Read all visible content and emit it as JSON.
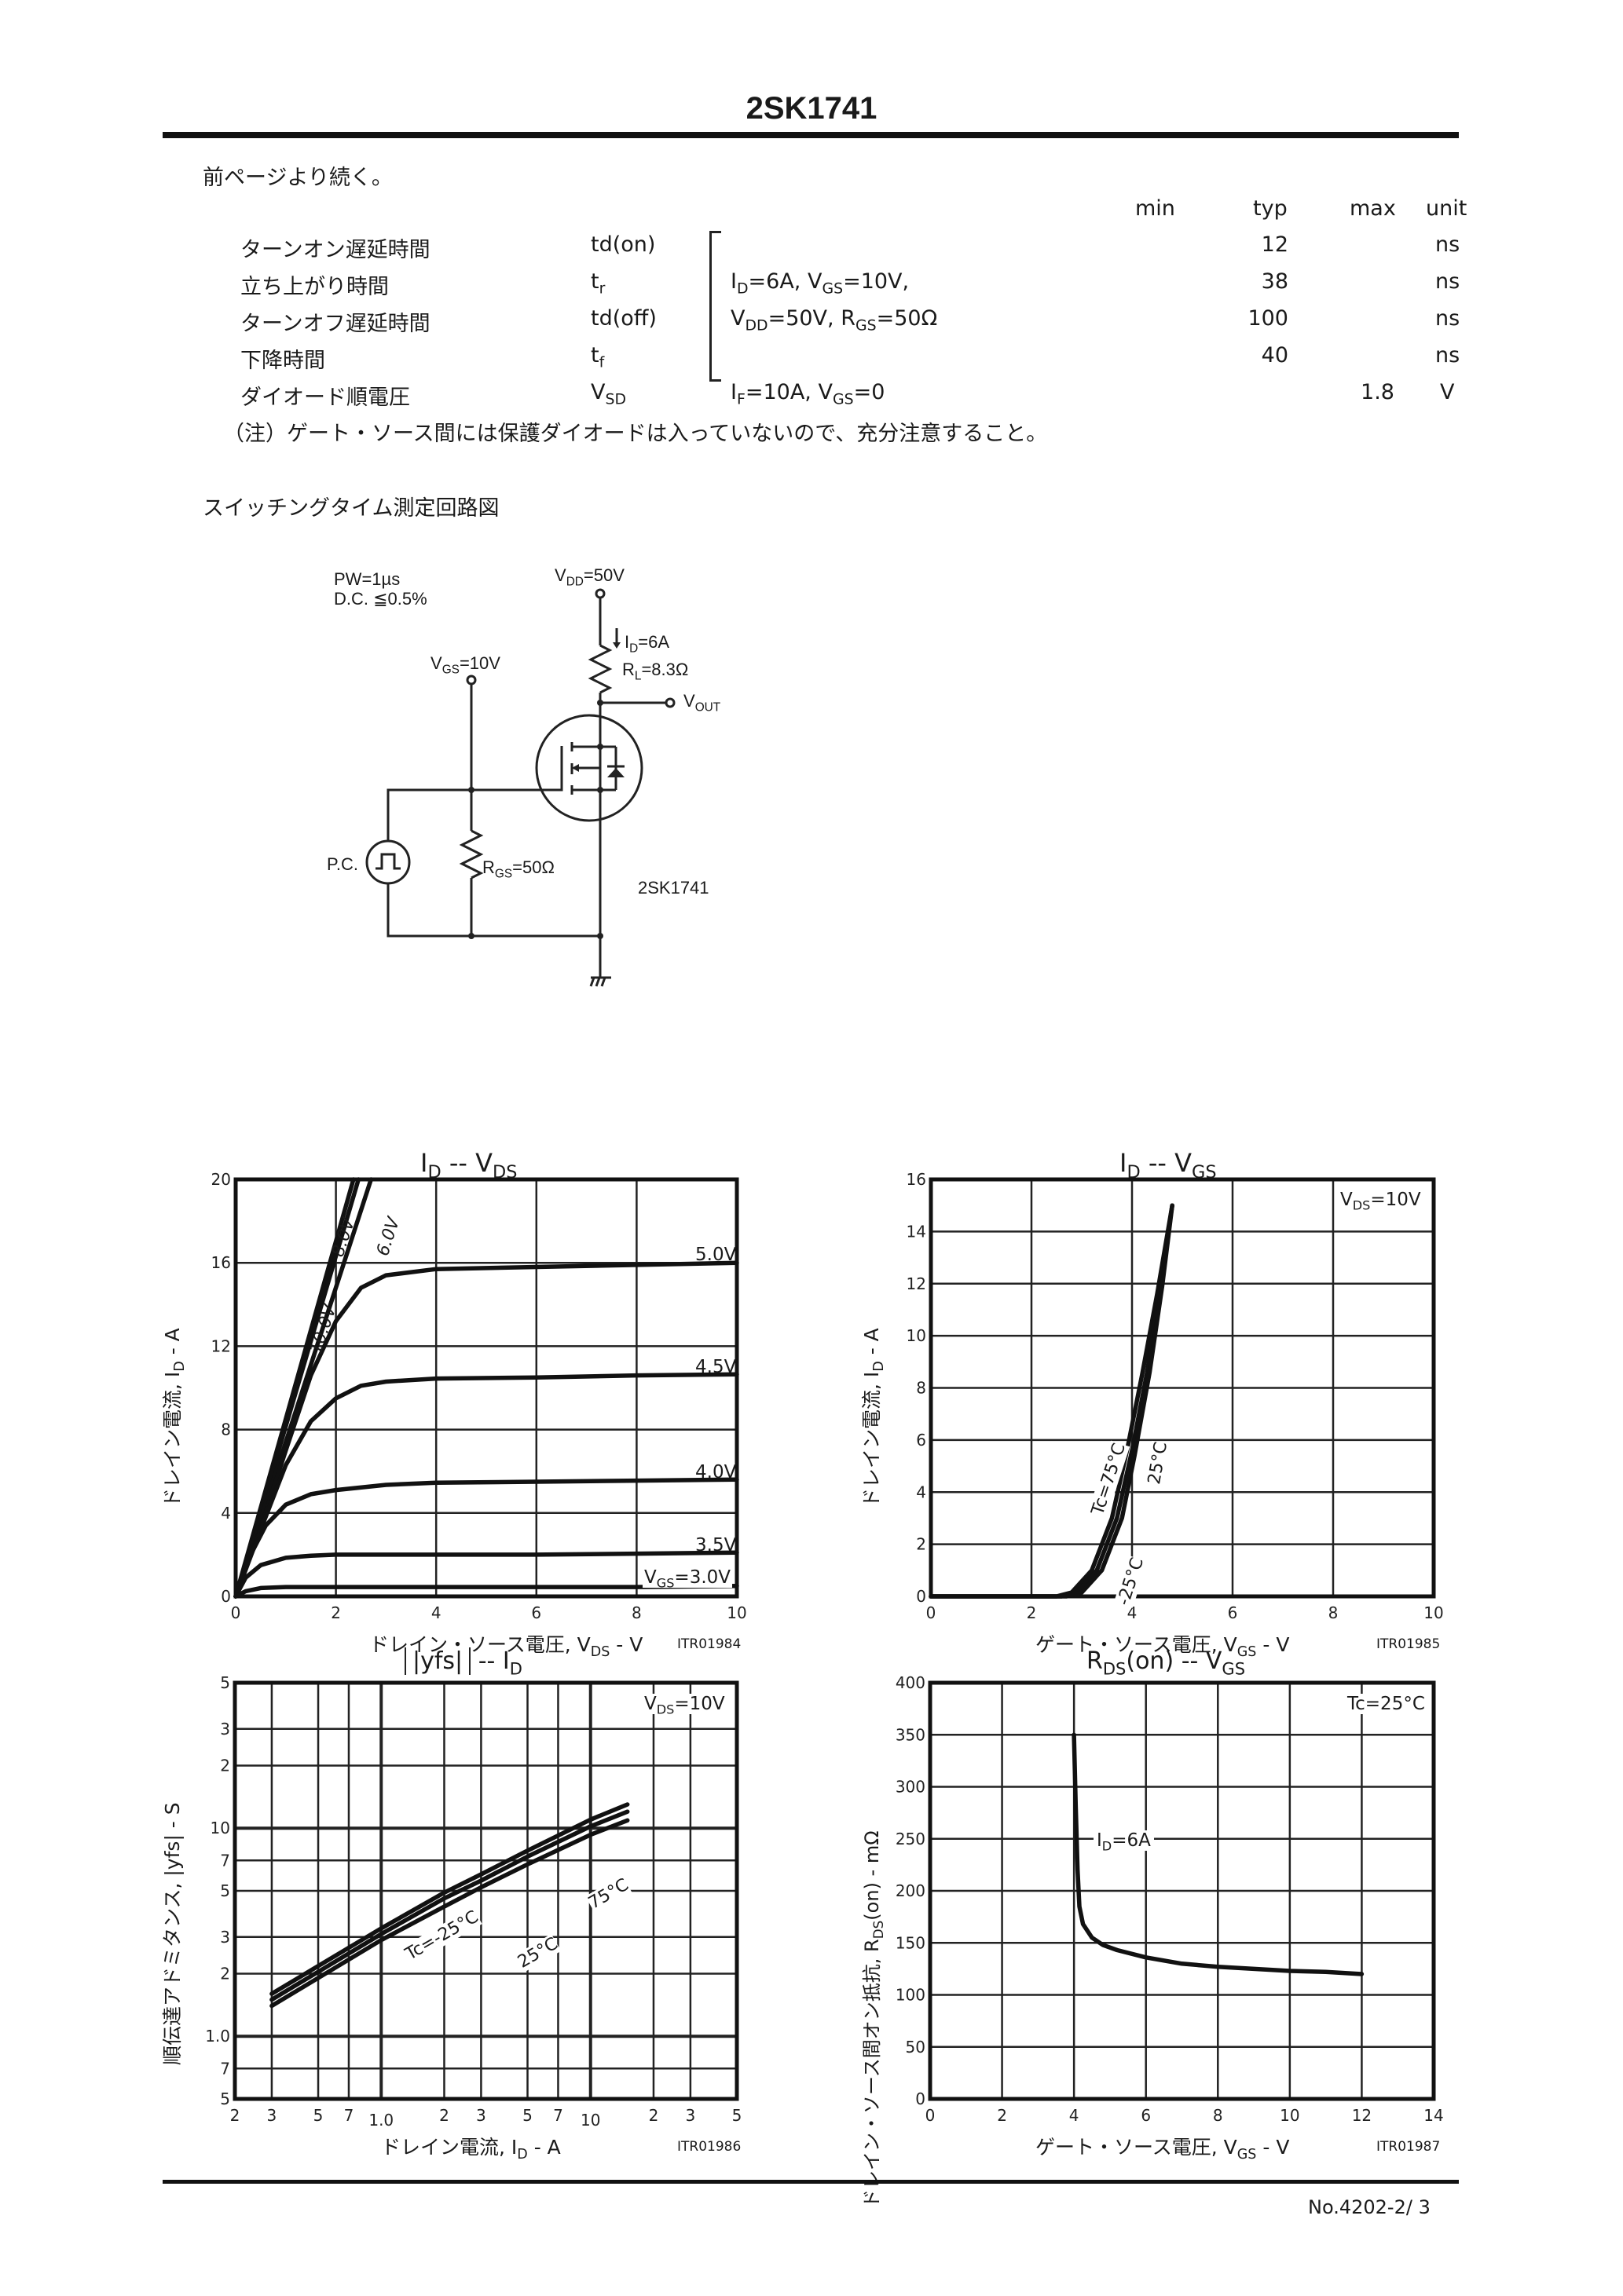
{
  "header": {
    "part_number": "2SK1741"
  },
  "intro": "前ページより続く。",
  "spec_table": {
    "columns": [
      "min",
      "typ",
      "max",
      "unit"
    ],
    "rows": [
      {
        "name": "ターンオン遅延時間",
        "symbol": "td",
        "symbol_suffix": "(on)",
        "condition": "",
        "min": "",
        "typ": "12",
        "max": "",
        "unit": "ns"
      },
      {
        "name": "立ち上がり時間",
        "symbol": "t",
        "symbol_sub": "r",
        "condition_main": "I",
        "condition": "ID=6A, VGS=10V,",
        "min": "",
        "typ": "38",
        "max": "",
        "unit": "ns"
      },
      {
        "name": "ターンオフ遅延時間",
        "symbol": "td",
        "symbol_suffix": "(off)",
        "condition": "VDD=50V, RGS=50Ω",
        "min": "",
        "typ": "100",
        "max": "",
        "unit": "ns"
      },
      {
        "name": "下降時間",
        "symbol": "t",
        "symbol_sub": "f",
        "condition": "",
        "min": "",
        "typ": "40",
        "max": "",
        "unit": "ns"
      },
      {
        "name": "ダイオード順電圧",
        "symbol": "V",
        "symbol_sub": "SD",
        "condition": "IF=10A, VGS=0",
        "min": "",
        "typ": "",
        "max": "1.8",
        "unit": "V"
      }
    ],
    "conditions_display": {
      "row2": {
        "p1": "I",
        "s1": "D",
        "p2": "=6A, V",
        "s2": "GS",
        "p3": "=10V,"
      },
      "row3": {
        "p1": "V",
        "s1": "DD",
        "p2": "=50V, R",
        "s2": "GS",
        "p3": "=50Ω"
      },
      "row5": {
        "p1": "I",
        "s1": "F",
        "p2": "=10A, V",
        "s2": "GS",
        "p3": "=0"
      }
    }
  },
  "note": "（注）ゲート・ソース間には保護ダイオードは入っていないので、充分注意すること。",
  "circuit": {
    "section_title": "スイッチングタイム測定回路図",
    "pulse_width": "PW=1µs",
    "duty_cycle": "D.C. ≦0.5%",
    "vdd_label": "V",
    "vdd_sub": "DD",
    "vdd_value": "=50V",
    "id_label": "I",
    "id_sub": "D",
    "id_value": "=6A",
    "rl_label": "R",
    "rl_sub": "L",
    "rl_value": "=8.3Ω",
    "vout_label": "V",
    "vout_sub": "OUT",
    "vgs_label": "V",
    "vgs_sub": "GS",
    "vgs_value": "=10V",
    "rgs_label": "R",
    "rgs_sub": "GS",
    "rgs_value": "=50Ω",
    "pc_label": "P.C.",
    "device_label": "2SK1741"
  },
  "chart_data": [
    {
      "type": "line",
      "id": "ITR01984",
      "title": "ID -- VDS",
      "xlabel": "ドレイン・ソース電圧, VDS - V",
      "ylabel": "ドレイン電流, ID - A",
      "xlim": [
        0,
        10
      ],
      "ylim": [
        0,
        20
      ],
      "xticks": [
        0,
        2,
        4,
        6,
        8,
        10
      ],
      "yticks": [
        0,
        4,
        8,
        12,
        16,
        20
      ],
      "grid": true,
      "series": [
        {
          "name": "VGS=10.0V",
          "x": [
            0,
            2.35
          ],
          "y": [
            0,
            20
          ]
        },
        {
          "name": "VGS=8.0V",
          "x": [
            0,
            2.45
          ],
          "y": [
            0,
            20
          ]
        },
        {
          "name": "VGS=6.0V",
          "x": [
            0,
            2.7
          ],
          "y": [
            0,
            20
          ]
        },
        {
          "name": "VGS=5.0V",
          "x": [
            0,
            0.5,
            1,
            1.5,
            2,
            2.5,
            3,
            4,
            6,
            8,
            10
          ],
          "y": [
            0,
            3.3,
            7,
            10.6,
            13.2,
            14.8,
            15.4,
            15.7,
            15.8,
            15.9,
            16.0
          ]
        },
        {
          "name": "VGS=4.5V",
          "x": [
            0,
            0.5,
            1,
            1.5,
            2,
            2.5,
            3,
            4,
            6,
            8,
            10
          ],
          "y": [
            0,
            3.2,
            6.3,
            8.4,
            9.5,
            10.1,
            10.3,
            10.45,
            10.5,
            10.6,
            10.65
          ]
        },
        {
          "name": "VGS=4.0V",
          "x": [
            0,
            0.3,
            0.6,
            1,
            1.5,
            2,
            3,
            4,
            6,
            8,
            10
          ],
          "y": [
            0,
            2.0,
            3.4,
            4.4,
            4.9,
            5.1,
            5.35,
            5.45,
            5.5,
            5.55,
            5.6
          ]
        },
        {
          "name": "VGS=3.5V",
          "x": [
            0,
            0.2,
            0.5,
            1,
            1.5,
            2,
            4,
            6,
            8,
            10
          ],
          "y": [
            0,
            0.9,
            1.5,
            1.85,
            1.95,
            2.0,
            2.0,
            2.0,
            2.05,
            2.1
          ]
        },
        {
          "name": "VGS=3.0V",
          "x": [
            0,
            0.2,
            0.5,
            1,
            2,
            4,
            6,
            8,
            10
          ],
          "y": [
            0,
            0.25,
            0.4,
            0.45,
            0.45,
            0.45,
            0.45,
            0.45,
            0.5
          ]
        }
      ],
      "annotations": [
        "10.0V",
        "8.0V",
        "6.0V",
        "5.0V",
        "4.5V",
        "4.0V",
        "3.5V",
        "VGS=3.0V"
      ]
    },
    {
      "type": "line",
      "id": "ITR01985",
      "title": "ID -- VGS",
      "xlabel": "ゲート・ソース電圧, VGS - V",
      "ylabel": "ドレイン電流, ID - A",
      "xlim": [
        0,
        10
      ],
      "ylim": [
        0,
        16
      ],
      "xticks": [
        0,
        2,
        4,
        6,
        8,
        10
      ],
      "yticks": [
        0,
        2,
        4,
        6,
        8,
        10,
        12,
        14,
        16
      ],
      "grid": true,
      "condition": "VDS=10V",
      "series": [
        {
          "name": "Tc=75°C",
          "x": [
            0,
            2.5,
            2.8,
            3.2,
            3.6,
            3.9,
            4.2,
            4.5,
            4.8
          ],
          "y": [
            0,
            0,
            0.15,
            1.0,
            3.0,
            5.6,
            8.5,
            11.6,
            15
          ]
        },
        {
          "name": "Tc=25°C",
          "x": [
            0,
            2.6,
            2.9,
            3.3,
            3.7,
            4.0,
            4.3,
            4.55,
            4.8
          ],
          "y": [
            0,
            0,
            0.15,
            1.0,
            3.0,
            5.6,
            8.6,
            11.8,
            15
          ]
        },
        {
          "name": "Tc=-25°C",
          "x": [
            0,
            2.7,
            3.0,
            3.4,
            3.8,
            4.05,
            4.35,
            4.6,
            4.8
          ],
          "y": [
            0,
            0,
            0.15,
            1.0,
            3.0,
            5.4,
            8.6,
            11.9,
            15
          ]
        }
      ],
      "annotations": [
        "Tc=75°C",
        "25°C",
        "-25°C"
      ]
    },
    {
      "type": "line",
      "id": "ITR01986",
      "title": "|yfs| -- ID",
      "xlabel": "ドレイン電流, ID - A",
      "ylabel": "順伝達アドミタンス, |yfs| - S",
      "xscale": "log",
      "yscale": "log",
      "xlim": [
        0.2,
        50
      ],
      "ylim": [
        0.5,
        50
      ],
      "xticks": [
        0.2,
        0.3,
        0.5,
        0.7,
        1.0,
        2,
        3,
        5,
        7,
        10,
        20,
        30,
        50
      ],
      "xtick_labels": [
        "2",
        "3",
        "5",
        "7",
        "1.0",
        "2",
        "3",
        "5",
        "7",
        "10",
        "2",
        "3",
        "5"
      ],
      "yticks": [
        0.5,
        0.7,
        1.0,
        2,
        3,
        5,
        7,
        10,
        20,
        30,
        50
      ],
      "ytick_labels": [
        "5",
        "7",
        "1.0",
        "2",
        "3",
        "5",
        "7",
        "10",
        "2",
        "3",
        "5"
      ],
      "grid": true,
      "condition": "VDS=10V",
      "series": [
        {
          "name": "Tc=-25°C",
          "x": [
            0.3,
            1.0,
            2.0,
            3.0,
            5.0,
            10,
            15
          ],
          "y": [
            1.6,
            3.3,
            4.9,
            6.0,
            7.8,
            11.0,
            13.0
          ]
        },
        {
          "name": "Tc=25°C",
          "x": [
            0.3,
            1.0,
            2.0,
            3.0,
            5.0,
            10,
            15
          ],
          "y": [
            1.5,
            3.1,
            4.6,
            5.6,
            7.3,
            10.2,
            12.0
          ]
        },
        {
          "name": "Tc=75°C",
          "x": [
            0.3,
            1.0,
            2.0,
            3.0,
            5.0,
            10,
            15
          ],
          "y": [
            1.4,
            2.9,
            4.2,
            5.2,
            6.7,
            9.3,
            10.9
          ]
        }
      ],
      "annotations": [
        "Tc=-25°C",
        "25°C",
        "75°C"
      ]
    },
    {
      "type": "line",
      "id": "ITR01987",
      "title": "RDS(on) -- VGS",
      "xlabel": "ゲート・ソース電圧, VGS - V",
      "ylabel": "ドレイン・ソース間オン抵抗, RDS(on) - mΩ",
      "xlim": [
        0,
        14
      ],
      "ylim": [
        0,
        400
      ],
      "xticks": [
        0,
        2,
        4,
        6,
        8,
        10,
        12,
        14
      ],
      "yticks": [
        0,
        50,
        100,
        150,
        200,
        250,
        300,
        350,
        400
      ],
      "grid": true,
      "condition": "Tc=25°C",
      "series": [
        {
          "name": "ID=6A",
          "x": [
            4.0,
            4.05,
            4.1,
            4.15,
            4.25,
            4.5,
            4.8,
            5.2,
            6,
            7,
            8,
            9,
            10,
            11,
            12
          ],
          "y": [
            350,
            280,
            220,
            185,
            168,
            155,
            148,
            143,
            136,
            130,
            127,
            125,
            123,
            122,
            120
          ]
        }
      ],
      "annotations": [
        "ID=6A"
      ]
    }
  ],
  "charts_display": {
    "c1": {
      "title_a": "I",
      "title_as": "D",
      "title_mid": " -- ",
      "title_b": "V",
      "title_bs": "DS",
      "xlabel_a": "ドレイン・ソース電圧, V",
      "xlabel_s": "DS",
      "xlabel_b": " - V",
      "ylabel_a": "ドレイン電流, I",
      "ylabel_s": "D",
      "ylabel_b": " - A",
      "code": "ITR01984",
      "lab10": "10.0V",
      "lab8": "8.0V",
      "lab6": "6.0V",
      "lab50": "5.0V",
      "lab45": "4.5V",
      "lab40": "4.0V",
      "lab35": "3.5V",
      "lab30a": "V",
      "lab30s": "GS",
      "lab30b": "=3.0V"
    },
    "c2": {
      "title_a": "I",
      "title_as": "D",
      "title_mid": " -- ",
      "title_b": "V",
      "title_bs": "GS",
      "xlabel_a": "ゲート・ソース電圧, V",
      "xlabel_s": "GS",
      "xlabel_b": " - V",
      "ylabel_a": "ドレイン電流, I",
      "ylabel_s": "D",
      "ylabel_b": " - A",
      "code": "ITR01985",
      "cond_a": "V",
      "cond_s": "DS",
      "cond_b": "=10V",
      "lab75": "Tc=75°C",
      "lab25": "25°C",
      "labm25": "-25°C"
    },
    "c3": {
      "title_a": "|yfs|",
      "title_mid": " -- ",
      "title_b": "I",
      "title_bs": "D",
      "xlabel_a": "ドレイン電流, I",
      "xlabel_s": "D",
      "xlabel_b": " - A",
      "ylabel": "順伝達アドミタンス, |yfs| - S",
      "code": "ITR01986",
      "cond_a": "V",
      "cond_s": "DS",
      "cond_b": "=10V",
      "labm25": "Tc=-25°C",
      "lab25": "25°C",
      "lab75": "75°C"
    },
    "c4": {
      "title_a": "R",
      "title_as": "DS",
      "title_a2": "(on)",
      "title_mid": " -- ",
      "title_b": "V",
      "title_bs": "GS",
      "xlabel_a": "ゲート・ソース電圧, V",
      "xlabel_s": "GS",
      "xlabel_b": " - V",
      "ylabel_a": "ドレイン・ソース間オン抵抗, R",
      "ylabel_s": "DS",
      "ylabel_b": "(on) - mΩ",
      "code": "ITR01987",
      "cond": "Tc=25°C",
      "lab_a": "I",
      "lab_s": "D",
      "lab_b": "=6A"
    }
  },
  "footer": {
    "doc_number": "No.4202-2/ 3"
  }
}
